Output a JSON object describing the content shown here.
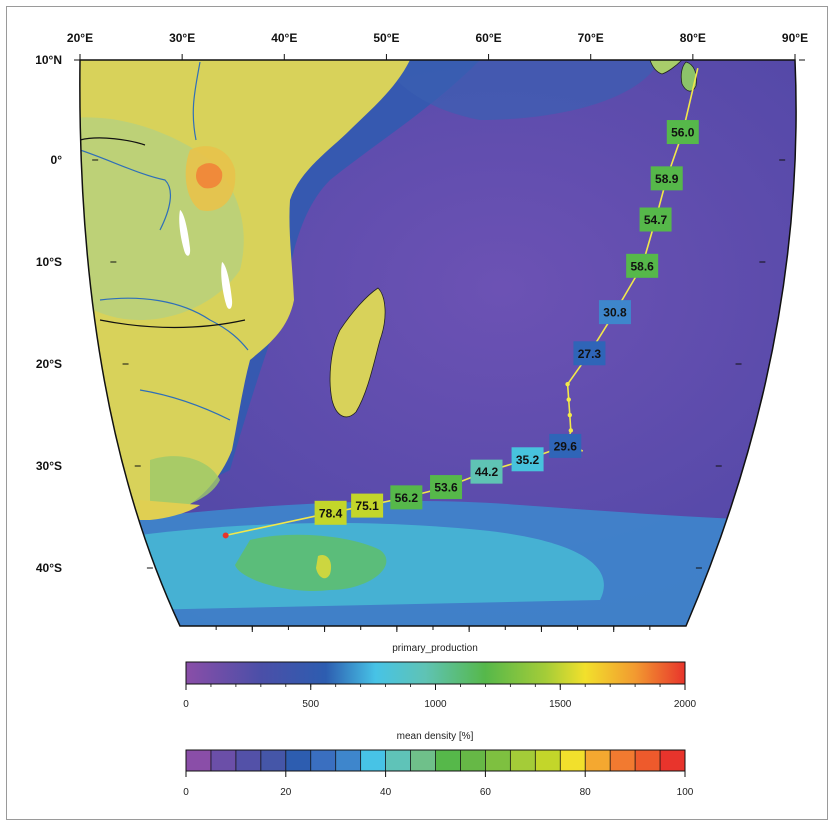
{
  "map": {
    "lon_labels": [
      "20°E",
      "30°E",
      "40°E",
      "50°E",
      "60°E",
      "70°E",
      "80°E",
      "90°E"
    ],
    "lat_labels": [
      "10°N",
      "0°",
      "10°S",
      "20°S",
      "30°S",
      "40°S"
    ],
    "colors": {
      "ocean": "#5a4aa6",
      "ocean_deep": "#6a50b0",
      "land_low": "#c7d86a",
      "land_mid": "#e6cf52",
      "track": "#f2e84a"
    }
  },
  "chart_data": {
    "type": "scatter",
    "description_labels": "mean density [%] values along cruise track",
    "points": [
      {
        "label": "56.0",
        "lon": 80.0,
        "lat": 3.0,
        "color": "#56b84a"
      },
      {
        "label": "58.9",
        "lon": 79.0,
        "lat": -1.5,
        "color": "#56b84a"
      },
      {
        "label": "54.7",
        "lon": 78.4,
        "lat": -5.5,
        "color": "#56b84a"
      },
      {
        "label": "58.6",
        "lon": 77.6,
        "lat": -10.0,
        "color": "#56b84a"
      },
      {
        "label": "30.8",
        "lon": 75.2,
        "lat": -14.5,
        "color": "#3e86cc"
      },
      {
        "label": "27.3",
        "lon": 72.8,
        "lat": -18.5,
        "color": "#2f65b8"
      },
      {
        "label": "29.6",
        "lon": 71.0,
        "lat": -27.5,
        "color": "#2f65b8"
      },
      {
        "label": "35.2",
        "lon": 66.5,
        "lat": -28.8,
        "color": "#47c3dd"
      },
      {
        "label": "44.2",
        "lon": 61.5,
        "lat": -30.0,
        "color": "#5fc3b4"
      },
      {
        "label": "53.6",
        "lon": 56.5,
        "lat": -31.5,
        "color": "#56b84a"
      },
      {
        "label": "56.2",
        "lon": 51.5,
        "lat": -32.5,
        "color": "#56b84a"
      },
      {
        "label": "75.1",
        "lon": 46.5,
        "lat": -33.3,
        "color": "#c3d62a"
      },
      {
        "label": "78.4",
        "lon": 41.8,
        "lat": -34.0,
        "color": "#c3d62a"
      }
    ]
  },
  "colorbar_pp": {
    "title": "primary_production",
    "ticks": [
      "0",
      "500",
      "1000",
      "1500",
      "2000"
    ],
    "min": 0,
    "max": 2000
  },
  "colorbar_density": {
    "title": "mean density [%]",
    "ticks": [
      "0",
      "20",
      "40",
      "60",
      "80",
      "100"
    ],
    "min": 0,
    "max": 100,
    "steps": [
      "#8a4ea8",
      "#6b4fa8",
      "#5351a8",
      "#4556a8",
      "#2d5db0",
      "#3a6fc0",
      "#3e86cc",
      "#47c3e6",
      "#5fc3b8",
      "#6fc08a",
      "#56b84a",
      "#66b846",
      "#7ec040",
      "#a4cc38",
      "#c3d62a",
      "#f2e02c",
      "#f4a830",
      "#f27a30",
      "#ee5a2c",
      "#e8342c"
    ]
  }
}
